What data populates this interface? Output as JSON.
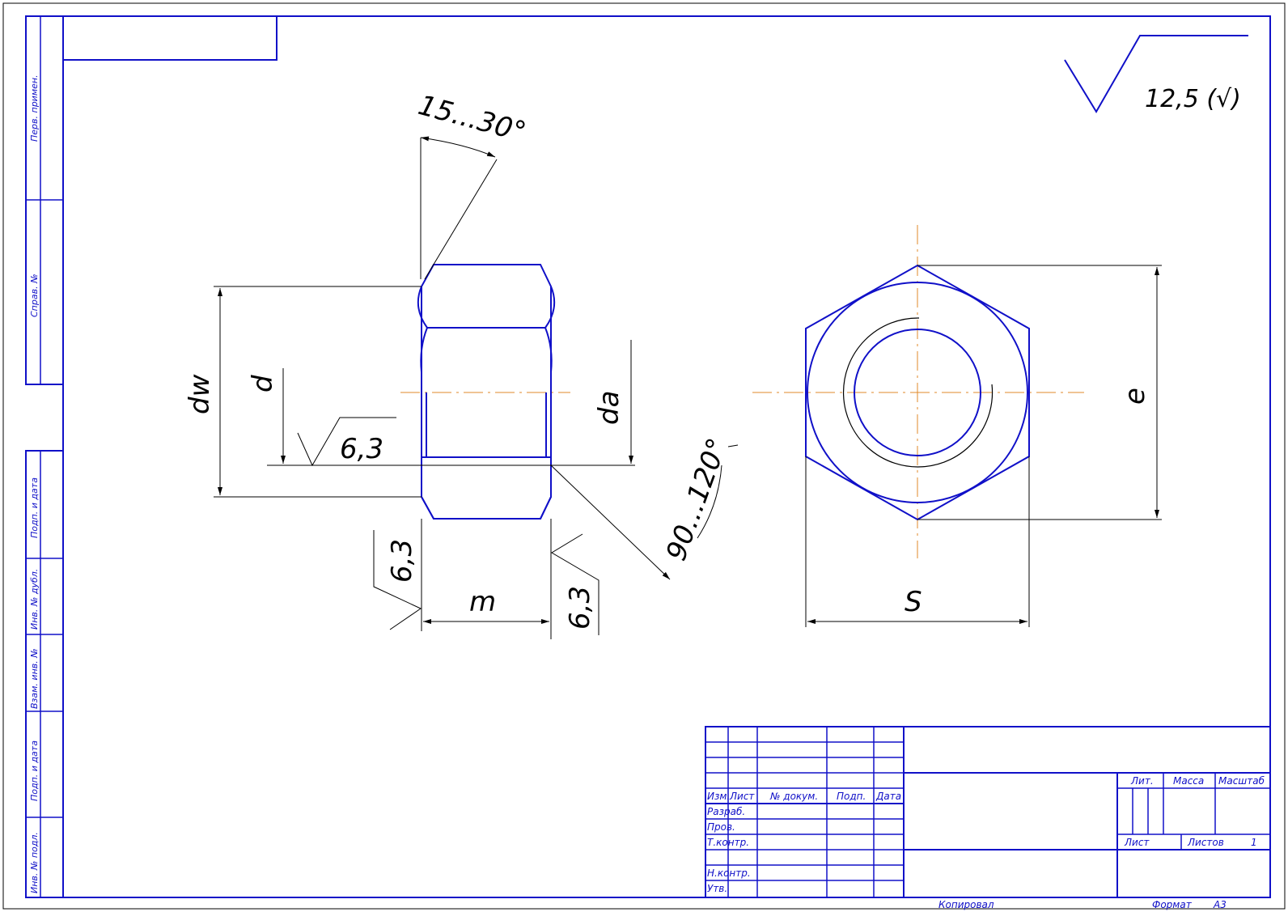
{
  "drawing": {
    "surface_finish_main": "12,5 (√)",
    "dimensions": {
      "chamfer_angle": "15...30°",
      "countersink_angle": "90...120°",
      "dw": "dw",
      "d": "d",
      "da": "da",
      "m": "m",
      "s": "S",
      "e": "e",
      "roughness_bore": "6,3",
      "roughness_left": "6,3",
      "roughness_right": "6,3"
    }
  },
  "side_strip": {
    "perv_primen": "Перв. примен.",
    "sprav_no": "Справ. №",
    "podp_data_1": "Подп. и дата",
    "inv_dubl": "Инв. № дубл.",
    "vzam_inv": "Взам. инв. №",
    "podp_data_2": "Подп. и дата",
    "inv_podl": "Инв. № подл."
  },
  "title_block": {
    "izm": "Изм.",
    "list": "Лист",
    "dokum": "№ докум.",
    "podp": "Подп.",
    "data": "Дата",
    "razrab": "Разраб.",
    "prov": "Пров.",
    "tkontr": "Т.контр.",
    "nkontr": "Н.контр.",
    "utv": "Утв.",
    "lit": "Лит.",
    "massa": "Масса",
    "masshtab": "Масштаб",
    "list2": "Лист",
    "listov": "Листов",
    "listov_value": "1"
  },
  "footer": {
    "copied": "Копировал",
    "format_label": "Формат",
    "format_value": "A3"
  },
  "colors": {
    "outline": "#1010c8",
    "dimension": "#000000",
    "center_line": "#e08a2a"
  }
}
